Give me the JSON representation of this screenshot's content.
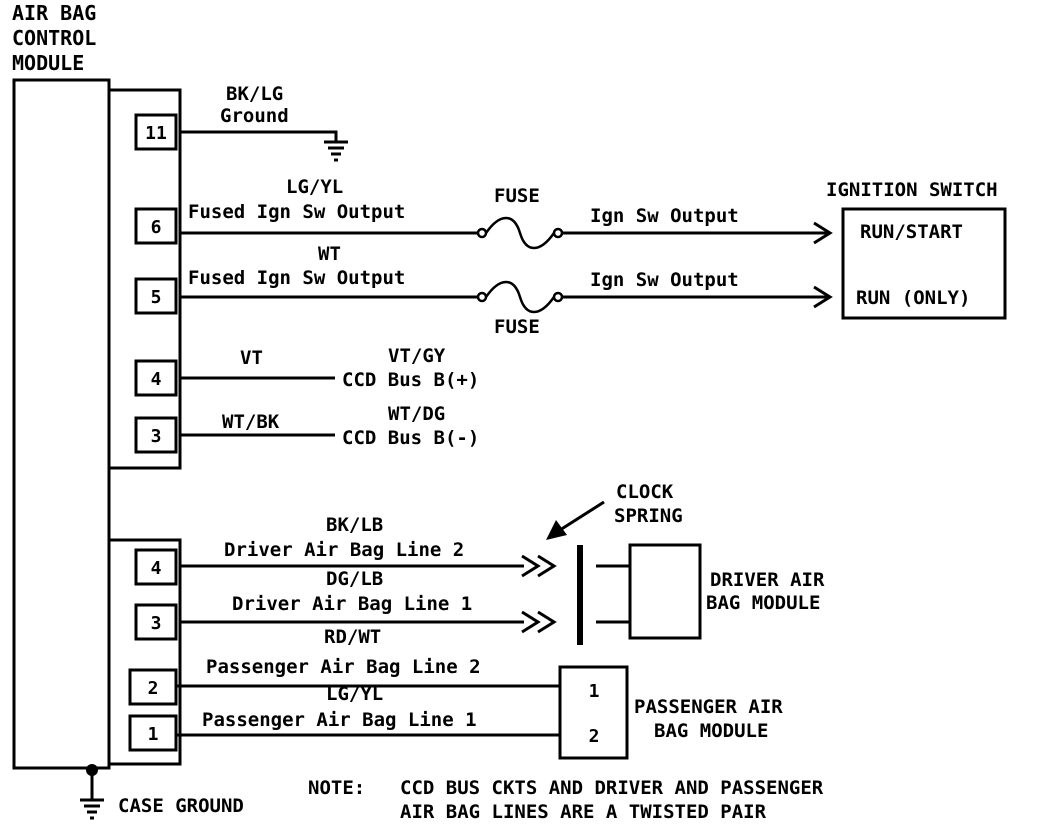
{
  "module": {
    "title_lines": [
      "AIR BAG",
      "CONTROL",
      "MODULE"
    ]
  },
  "connector_top": {
    "pins": [
      {
        "pin": "11",
        "color": "BK/LG",
        "circuit": "Ground"
      },
      {
        "pin": "6",
        "color": "LG/YL",
        "circuit": "Fused Ign Sw Output",
        "through": "FUSE",
        "dest_circuit": "Ign Sw Output",
        "dest": "RUN/START"
      },
      {
        "pin": "5",
        "color": "WT",
        "circuit": "Fused Ign Sw Output",
        "through": "FUSE",
        "dest_circuit": "Ign Sw Output",
        "dest": "RUN (ONLY)"
      },
      {
        "pin": "4",
        "color": "VT",
        "dest_color": "VT/GY",
        "dest_circuit": "CCD Bus B(+)"
      },
      {
        "pin": "3",
        "color": "WT/BK",
        "dest_color": "WT/DG",
        "dest_circuit": "CCD Bus B(-)"
      }
    ]
  },
  "ignition_switch": {
    "title": "IGNITION SWITCH",
    "positions": [
      "RUN/START",
      "RUN (ONLY)"
    ]
  },
  "fuse_label": "FUSE",
  "connector_bottom": {
    "pins": [
      {
        "pin": "4",
        "color": "BK/LB",
        "circuit": "Driver Air Bag Line 2"
      },
      {
        "pin": "3",
        "color": "DG/LB",
        "circuit": "Driver Air Bag Line 1"
      },
      {
        "pin": "2",
        "color": "RD/WT",
        "circuit": "Passenger Air Bag Line 2",
        "dest_pin": "1"
      },
      {
        "pin": "1",
        "color": "LG/YL",
        "circuit": "Passenger Air Bag Line 1",
        "dest_pin": "2"
      }
    ]
  },
  "clock_spring": {
    "label_lines": [
      "CLOCK",
      "SPRING"
    ]
  },
  "driver_module": {
    "label_lines": [
      "DRIVER AIR",
      "BAG MODULE"
    ]
  },
  "passenger_module": {
    "label_lines": [
      "PASSENGER AIR",
      "BAG MODULE"
    ],
    "pins": [
      "1",
      "2"
    ]
  },
  "case_ground": "CASE GROUND",
  "note": {
    "prefix": "NOTE:",
    "lines": [
      "CCD BUS CKTS AND DRIVER AND PASSENGER",
      "AIR BAG LINES ARE A TWISTED PAIR"
    ]
  }
}
